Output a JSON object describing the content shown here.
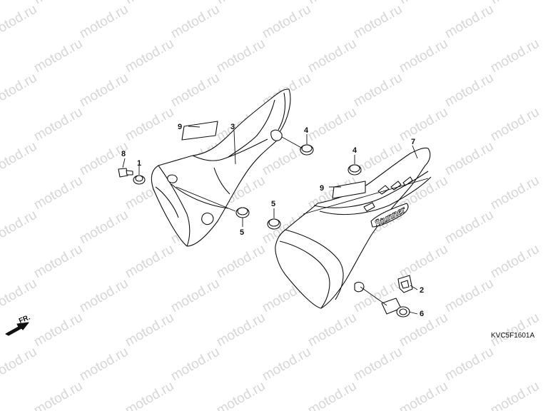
{
  "diagram": {
    "callouts": {
      "c1": "1",
      "c2": "2",
      "c3": "3",
      "c4a": "4",
      "c4b": "4",
      "c5a": "5",
      "c5b": "5",
      "c6": "6",
      "c7": "7",
      "c8": "8",
      "c9a": "9",
      "c9b": "9"
    },
    "front_label": "FR.",
    "diagram_code": "KVC5F1601A",
    "decal_text": "Stunner"
  },
  "watermark": {
    "text": "motod.ru"
  }
}
